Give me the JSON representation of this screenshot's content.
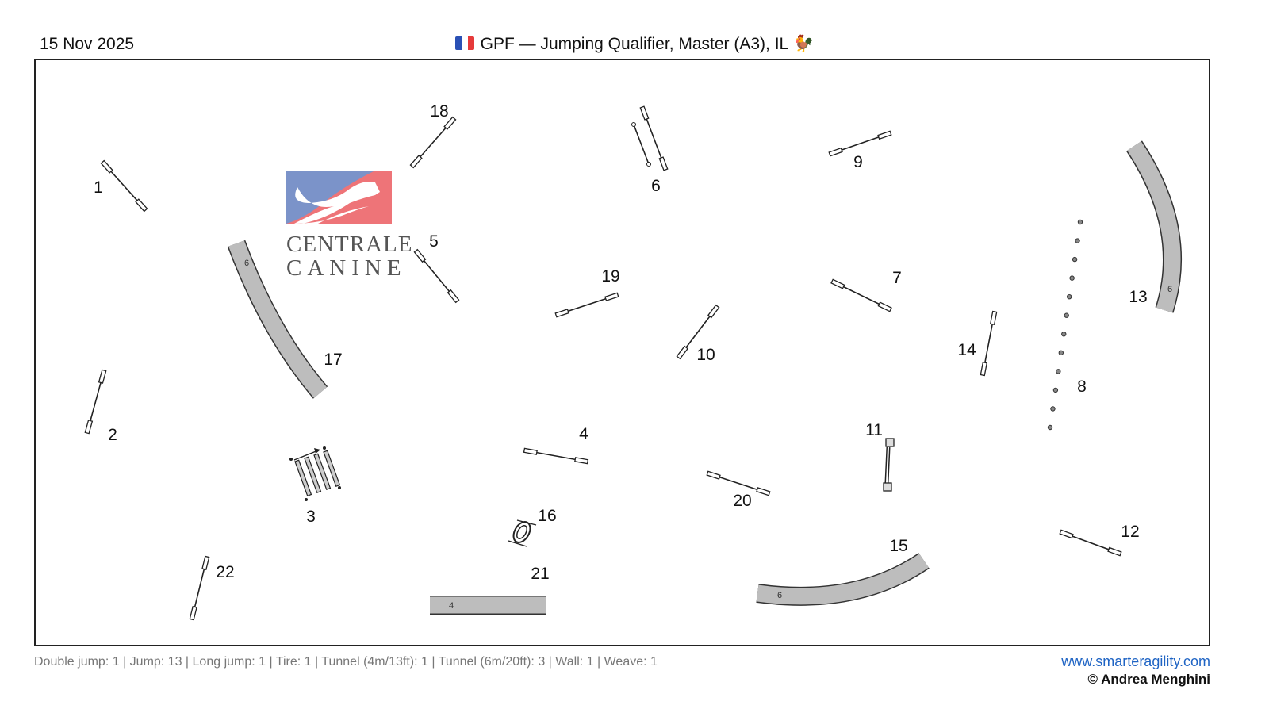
{
  "header": {
    "date": "15 Nov 2025",
    "title": "GPF — Jumping Qualifier, Master (A3), IL",
    "flag_icon": "french-flag",
    "rooster": "🐓"
  },
  "logo": {
    "line1": "CENTRALE",
    "line2": "CANINE",
    "colors": {
      "blue": "#7b93c9",
      "red": "#ee7478"
    }
  },
  "obstacles": [
    {
      "number": "1",
      "type": "jump"
    },
    {
      "number": "2",
      "type": "jump"
    },
    {
      "number": "3",
      "type": "long-jump"
    },
    {
      "number": "4",
      "type": "jump"
    },
    {
      "number": "5",
      "type": "jump"
    },
    {
      "number": "6",
      "type": "double-jump"
    },
    {
      "number": "7",
      "type": "jump"
    },
    {
      "number": "8",
      "type": "weave"
    },
    {
      "number": "9",
      "type": "jump"
    },
    {
      "number": "10",
      "type": "jump"
    },
    {
      "number": "11",
      "type": "wall"
    },
    {
      "number": "12",
      "type": "jump"
    },
    {
      "number": "13",
      "type": "tunnel",
      "length": "6"
    },
    {
      "number": "14",
      "type": "jump"
    },
    {
      "number": "15",
      "type": "tunnel",
      "length": "6"
    },
    {
      "number": "16",
      "type": "tire"
    },
    {
      "number": "17",
      "type": "tunnel",
      "length": "6"
    },
    {
      "number": "18",
      "type": "jump"
    },
    {
      "number": "19",
      "type": "jump"
    },
    {
      "number": "20",
      "type": "jump"
    },
    {
      "number": "21",
      "type": "tunnel",
      "length": "4"
    },
    {
      "number": "22",
      "type": "jump"
    }
  ],
  "footer": {
    "summary": "Double jump: 1 | Jump: 13 | Long jump: 1 | Tire: 1 | Tunnel (4m/13ft): 1 | Tunnel (6m/20ft): 3 | Wall: 1 | Weave: 1",
    "website": "www.smarteragility.com",
    "copyright": "© Andrea Menghini"
  }
}
